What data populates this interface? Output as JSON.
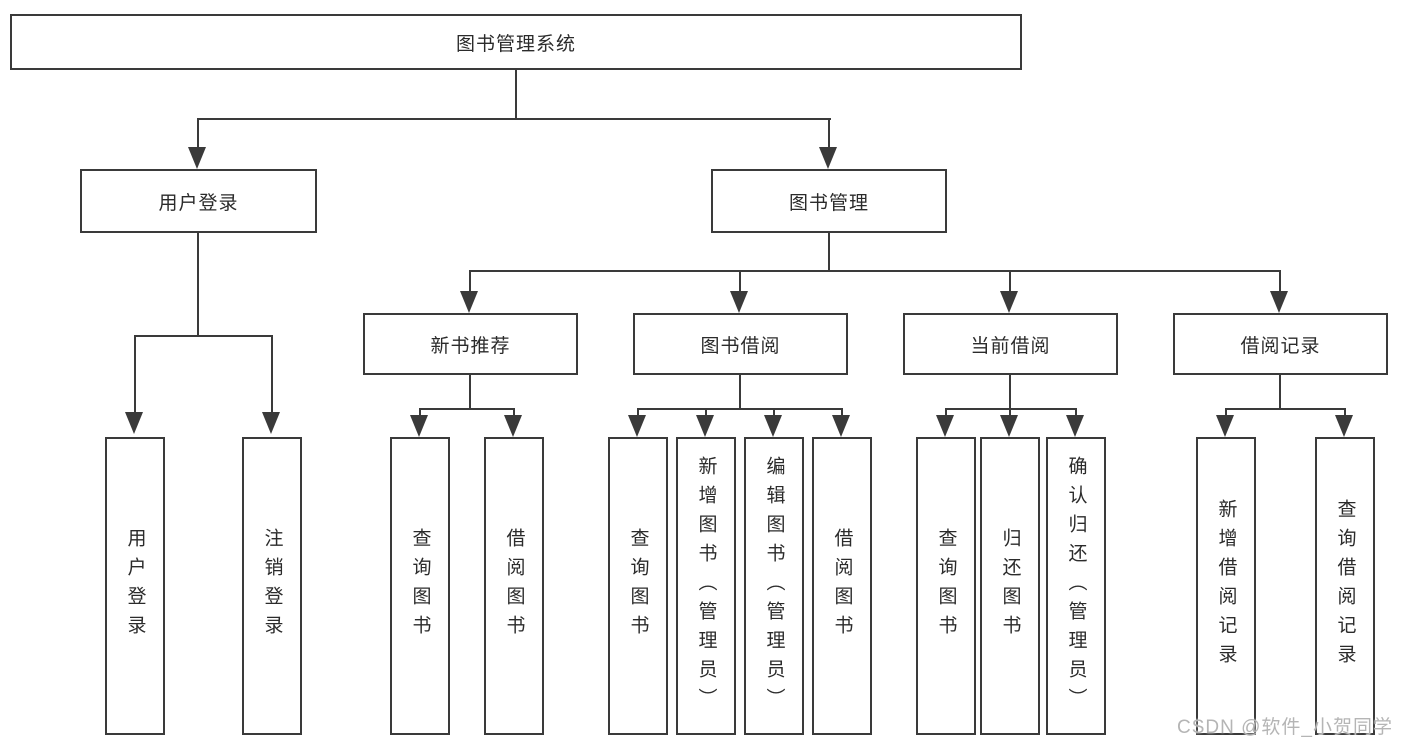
{
  "colors": {
    "line": "#3a3a3a",
    "text": "#2b2b2b",
    "watermark": "#b5b5b5",
    "background": "#ffffff"
  },
  "watermark": {
    "text": "CSDN @软件_小贺同学"
  },
  "nodes": {
    "root": "图书管理系统",
    "user_login": "用户登录",
    "book_mgmt": "图书管理",
    "new_book_rec": "新书推荐",
    "book_borrow": "图书借阅",
    "current_borrow": "当前借阅",
    "borrow_records": "借阅记录",
    "leaf_user_login": "用户登录",
    "leaf_logout": "注销登录",
    "leaf_nb_query": "查询图书",
    "leaf_nb_borrow": "借阅图书",
    "leaf_bb_query": "查询图书",
    "leaf_bb_add": "新增图书（管理员）",
    "leaf_bb_edit": "编辑图书（管理员）",
    "leaf_bb_borrow": "借阅图书",
    "leaf_cb_query": "查询图书",
    "leaf_cb_return": "归还图书",
    "leaf_cb_confirm": "确认归还（管理员）",
    "leaf_br_add": "新增借阅记录",
    "leaf_br_query": "查询借阅记录"
  }
}
